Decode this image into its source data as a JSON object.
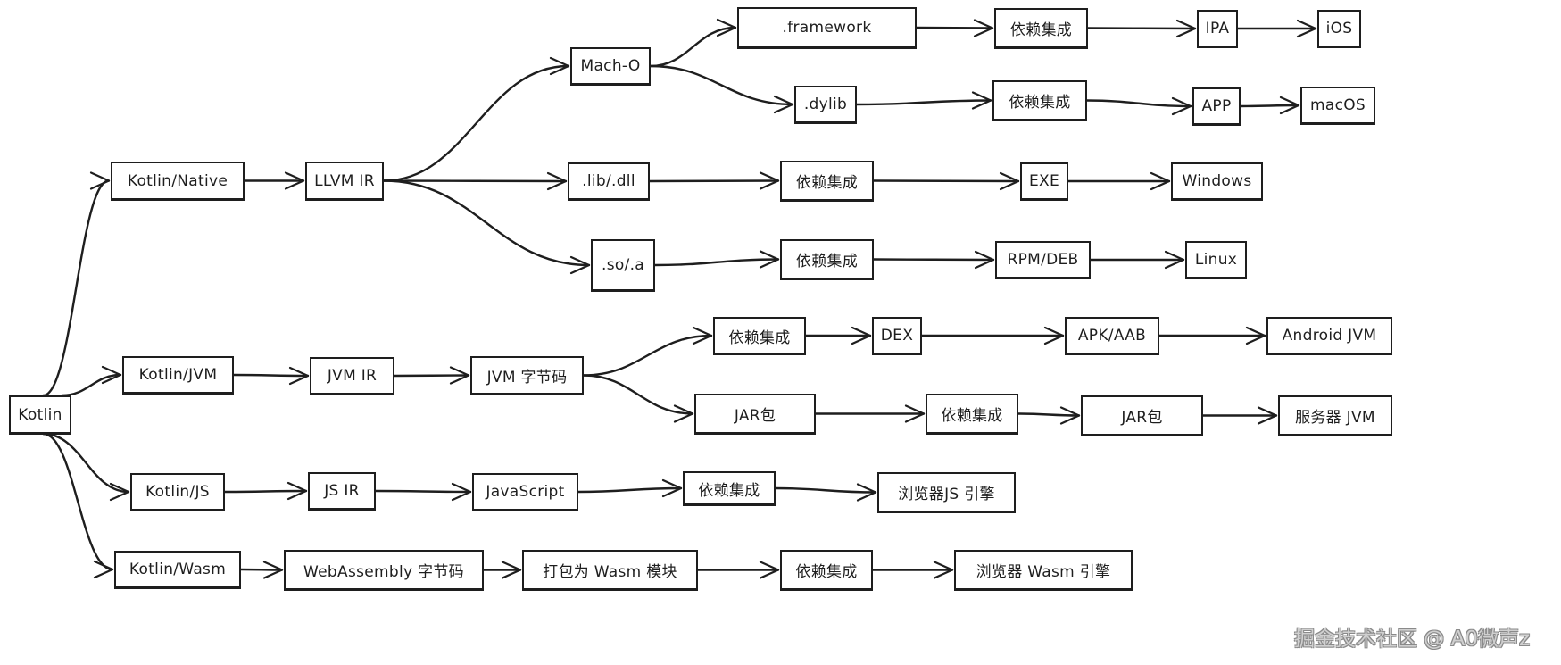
{
  "diagram": {
    "title": "Kotlin multiplatform compilation targets",
    "nodes": [
      {
        "id": "kotlin",
        "label": "Kotlin"
      },
      {
        "id": "k_native",
        "label": "Kotlin/Native"
      },
      {
        "id": "llvm_ir",
        "label": "LLVM IR"
      },
      {
        "id": "macho",
        "label": "Mach-O"
      },
      {
        "id": "framework",
        "label": ".framework"
      },
      {
        "id": "dep_ios",
        "label": "依赖集成"
      },
      {
        "id": "ipa",
        "label": "IPA"
      },
      {
        "id": "ios",
        "label": "iOS"
      },
      {
        "id": "dylib",
        "label": ".dylib"
      },
      {
        "id": "dep_macos",
        "label": "依赖集成"
      },
      {
        "id": "app",
        "label": "APP"
      },
      {
        "id": "macos",
        "label": "macOS"
      },
      {
        "id": "libdll",
        "label": ".lib/.dll"
      },
      {
        "id": "dep_win",
        "label": "依赖集成"
      },
      {
        "id": "exe",
        "label": "EXE"
      },
      {
        "id": "windows",
        "label": "Windows"
      },
      {
        "id": "soa",
        "label": ".so/.a"
      },
      {
        "id": "dep_linux",
        "label": "依赖集成"
      },
      {
        "id": "rpmdeb",
        "label": "RPM/DEB"
      },
      {
        "id": "linux",
        "label": "Linux"
      },
      {
        "id": "k_jvm",
        "label": "Kotlin/JVM"
      },
      {
        "id": "jvm_ir",
        "label": "JVM IR"
      },
      {
        "id": "jvm_bc",
        "label": "JVM 字节码"
      },
      {
        "id": "dep_android",
        "label": "依赖集成"
      },
      {
        "id": "dex",
        "label": "DEX"
      },
      {
        "id": "apkaab",
        "label": "APK/AAB"
      },
      {
        "id": "android_jvm",
        "label": "Android JVM"
      },
      {
        "id": "jar1",
        "label": "JAR包"
      },
      {
        "id": "dep_server",
        "label": "依赖集成"
      },
      {
        "id": "jar2",
        "label": "JAR包"
      },
      {
        "id": "server_jvm",
        "label": "服务器 JVM"
      },
      {
        "id": "k_js",
        "label": "Kotlin/JS"
      },
      {
        "id": "js_ir",
        "label": "JS IR"
      },
      {
        "id": "javascript",
        "label": "JavaScript"
      },
      {
        "id": "dep_js",
        "label": "依赖集成"
      },
      {
        "id": "browser_js",
        "label": "浏览器JS 引擎"
      },
      {
        "id": "k_wasm",
        "label": "Kotlin/Wasm"
      },
      {
        "id": "wasm_bc",
        "label": "WebAssembly 字节码"
      },
      {
        "id": "wasm_pkg",
        "label": "打包为 Wasm 模块"
      },
      {
        "id": "dep_wasm",
        "label": "依赖集成"
      },
      {
        "id": "browser_wasm",
        "label": "浏览器 Wasm 引擎"
      }
    ],
    "edges": [
      [
        "kotlin",
        "k_native"
      ],
      [
        "kotlin",
        "k_jvm"
      ],
      [
        "kotlin",
        "k_js"
      ],
      [
        "kotlin",
        "k_wasm"
      ],
      [
        "k_native",
        "llvm_ir"
      ],
      [
        "llvm_ir",
        "macho"
      ],
      [
        "llvm_ir",
        "libdll"
      ],
      [
        "llvm_ir",
        "soa"
      ],
      [
        "macho",
        "framework"
      ],
      [
        "macho",
        "dylib"
      ],
      [
        "framework",
        "dep_ios"
      ],
      [
        "dep_ios",
        "ipa"
      ],
      [
        "ipa",
        "ios"
      ],
      [
        "dylib",
        "dep_macos"
      ],
      [
        "dep_macos",
        "app"
      ],
      [
        "app",
        "macos"
      ],
      [
        "libdll",
        "dep_win"
      ],
      [
        "dep_win",
        "exe"
      ],
      [
        "exe",
        "windows"
      ],
      [
        "soa",
        "dep_linux"
      ],
      [
        "dep_linux",
        "rpmdeb"
      ],
      [
        "rpmdeb",
        "linux"
      ],
      [
        "k_jvm",
        "jvm_ir"
      ],
      [
        "jvm_ir",
        "jvm_bc"
      ],
      [
        "jvm_bc",
        "dep_android"
      ],
      [
        "dep_android",
        "dex"
      ],
      [
        "dex",
        "apkaab"
      ],
      [
        "apkaab",
        "android_jvm"
      ],
      [
        "jvm_bc",
        "jar1"
      ],
      [
        "jar1",
        "dep_server"
      ],
      [
        "dep_server",
        "jar2"
      ],
      [
        "jar2",
        "server_jvm"
      ],
      [
        "k_js",
        "js_ir"
      ],
      [
        "js_ir",
        "javascript"
      ],
      [
        "javascript",
        "dep_js"
      ],
      [
        "dep_js",
        "browser_js"
      ],
      [
        "k_wasm",
        "wasm_bc"
      ],
      [
        "wasm_bc",
        "wasm_pkg"
      ],
      [
        "wasm_pkg",
        "dep_wasm"
      ],
      [
        "dep_wasm",
        "browser_wasm"
      ]
    ]
  },
  "watermark": "掘金技术社区 @ A0微声z",
  "colors": {
    "stroke": "#1e1e1e",
    "background": "#ffffff",
    "watermark": "#d0d0d0"
  }
}
